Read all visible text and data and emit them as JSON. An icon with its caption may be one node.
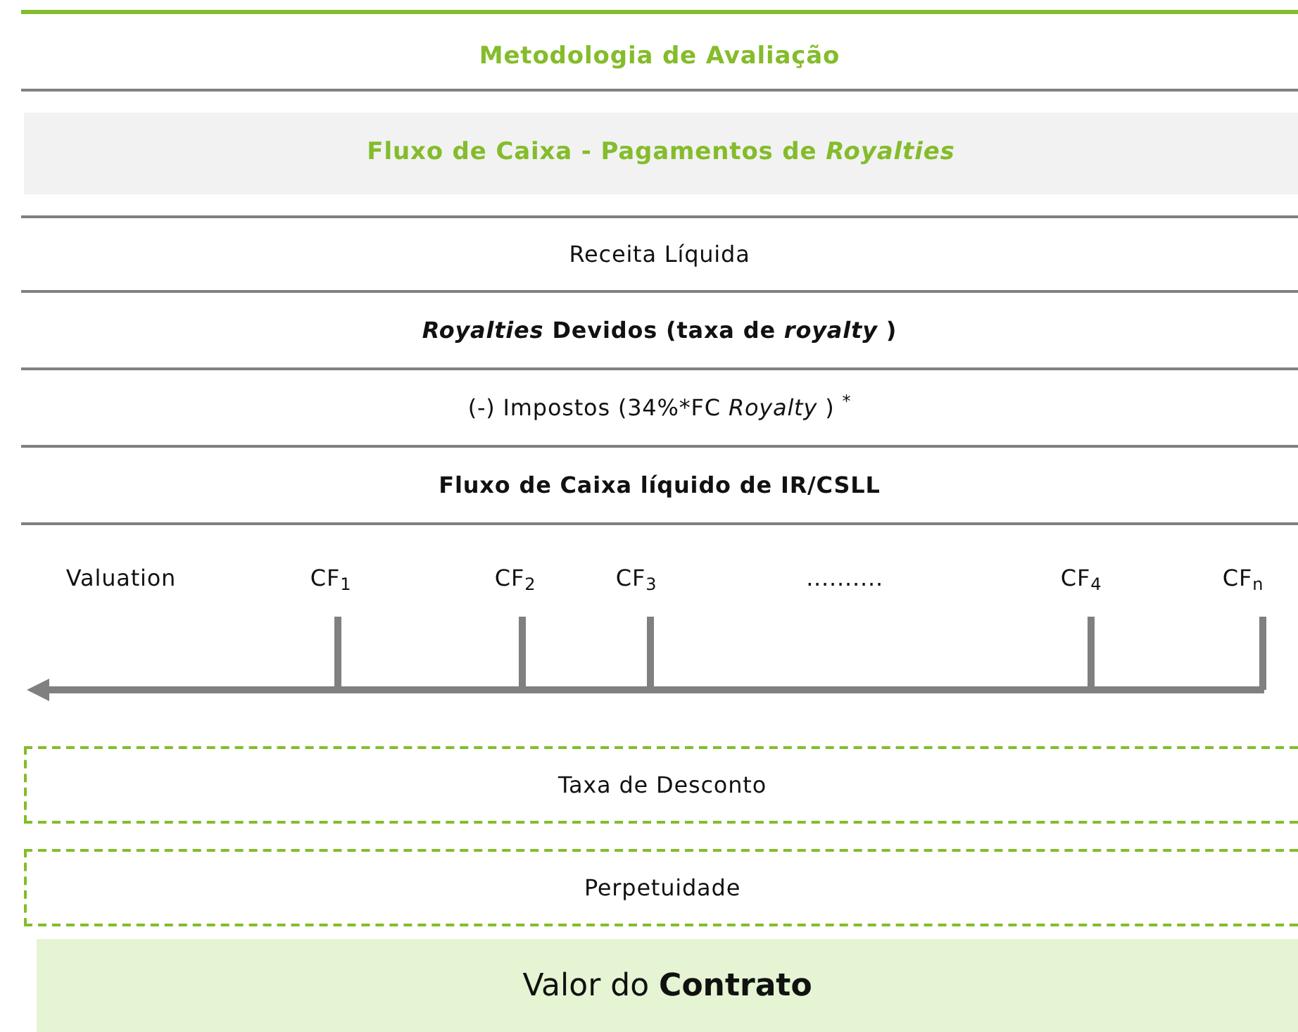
{
  "diagram": {
    "title": "Metodologia de Avaliação",
    "nodes": [
      {
        "text": [
          "Fluxo de Caixa - Pagamentos de *Royalties*"
        ]
      },
      {
        "text": [
          "Receita Líquida"
        ]
      },
      {
        "text": [
          "*Royalties* Devidos (taxa de *royalty* )"
        ]
      },
      {
        "text": [
          "(-) Impostos (34%*FC *Royalty* ) $^{*}$"
        ]
      },
      {
        "text": [
          "Fluxo de Caixa líquido de IR/CSLL"
        ]
      },
      {
        "text": [
          "Taxa de Desconto"
        ]
      },
      {
        "text": [
          "Perpetuidade"
        ]
      },
      {
        "text": [
          "Valor do **Contrato**"
        ]
      }
    ],
    "labels": [
      "Valuation",
      "CF$_{1}$",
      "CF$_{2}$",
      "CF$_{3}$",
      "..........",
      "CF$_{4}$",
      "CF$_{n}$"
    ]
  }
}
